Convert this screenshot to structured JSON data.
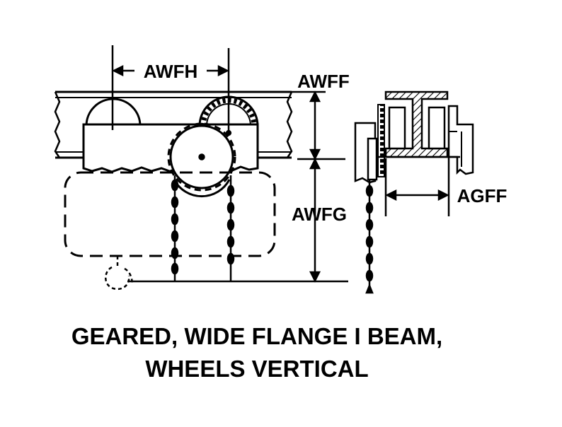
{
  "labels": {
    "awfh": "AWFH",
    "awff": "AWFF",
    "awfg": "AWFG",
    "agff": "AGFF"
  },
  "caption": {
    "line1": "GEARED, WIDE FLANGE I BEAM,",
    "line2": "WHEELS VERTICAL"
  },
  "colors": {
    "ink": "#000000",
    "paper": "#ffffff"
  }
}
